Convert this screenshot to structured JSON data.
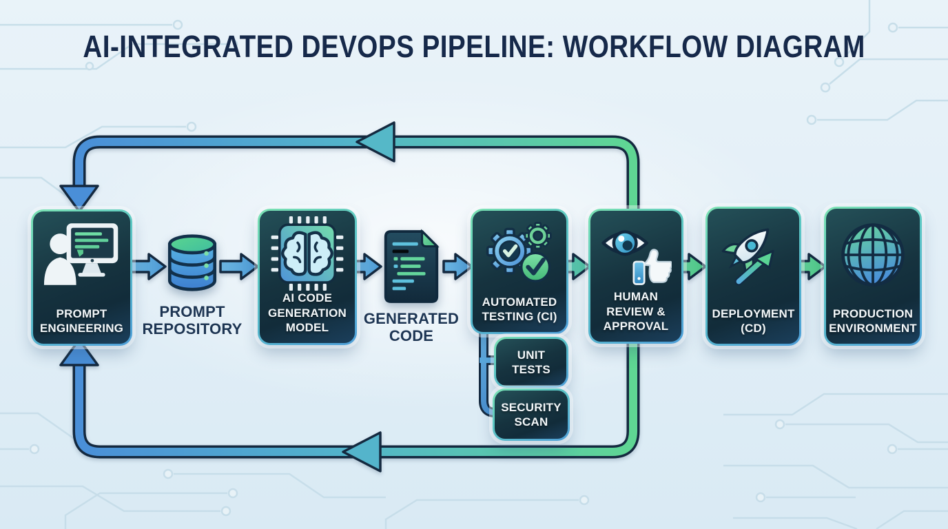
{
  "title": "AI-INTEGRATED DEVOPS PIPELINE: WORKFLOW DIAGRAM",
  "pipeline": {
    "nodes": [
      {
        "label": "PROMPT ENGINEERING",
        "icon": "user-monitor-icon",
        "kind": "card"
      },
      {
        "label": "PROMPT REPOSITORY",
        "icon": "database-icon",
        "kind": "icon-with-label"
      },
      {
        "label": "AI CODE GENERATION MODEL",
        "icon": "chip-brain-icon",
        "kind": "card"
      },
      {
        "label": "GENERATED CODE",
        "icon": "code-document-icon",
        "kind": "icon-with-label"
      },
      {
        "label": "AUTOMATED TESTING (CI)",
        "icon": "gears-check-icon",
        "kind": "card"
      },
      {
        "label": "HUMAN REVIEW & APPROVAL",
        "icon": "eye-thumbs-up-icon",
        "kind": "card"
      },
      {
        "label": "DEPLOYMENT (CD)",
        "icon": "rocket-icon",
        "kind": "card"
      },
      {
        "label": "PRODUCTION ENVIRONMENT",
        "icon": "globe-icon",
        "kind": "card"
      }
    ],
    "sub_nodes": [
      {
        "label": "UNIT TESTS"
      },
      {
        "label": "SECURITY SCAN"
      }
    ],
    "feedback_loops": [
      {
        "from": "HUMAN REVIEW & APPROVAL",
        "to": "PROMPT ENGINEERING",
        "position": "top"
      },
      {
        "from": "HUMAN REVIEW & APPROVAL",
        "to": "PROMPT ENGINEERING",
        "position": "bottom"
      }
    ]
  },
  "colors": {
    "background": "#e7f1f7",
    "circuit_trace": "#c6dde9",
    "card_fill_dark": "#16333f",
    "card_border_green": "#7ce3b2",
    "card_border_blue": "#4f9fd9",
    "arrow_blue": "#57a7da",
    "arrow_teal": "#57c4ad",
    "arrow_green": "#5bd092",
    "flow_outline": "#14293f",
    "title_text": "#16294a",
    "label_dark": "#1d3553",
    "label_light": "#f3f7f9"
  }
}
